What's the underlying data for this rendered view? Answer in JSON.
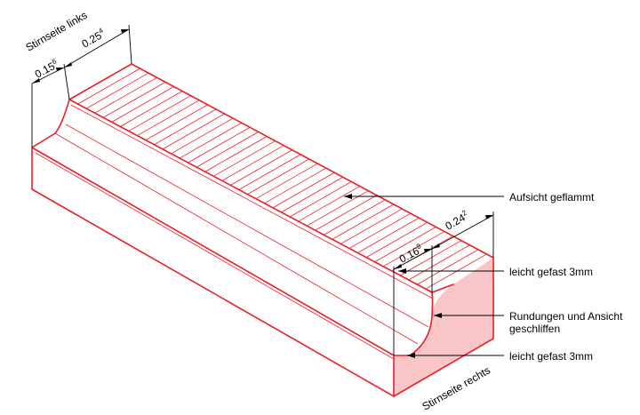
{
  "labels": {
    "face_left": "Stirnseite links",
    "face_right": "Stirnseite rechts",
    "top": "Aufsicht geflammt",
    "chamfer_top": "leicht gefast 3mm",
    "rounding_line1": "Rundungen und Ansicht",
    "rounding_line2": "geschliffen",
    "chamfer_bottom": "leicht gefast 3mm"
  },
  "dimensions": {
    "left_small": {
      "value": "0.15",
      "sup": "6"
    },
    "left_large": {
      "value": "0.25",
      "sup": "4"
    },
    "right_small": {
      "value": "0.16",
      "sup": "8"
    },
    "right_large": {
      "value": "0.24",
      "sup": "2"
    }
  },
  "colors": {
    "edge": "#e8202a",
    "end_face": "#f9c5c7",
    "dimension": "#000000"
  }
}
